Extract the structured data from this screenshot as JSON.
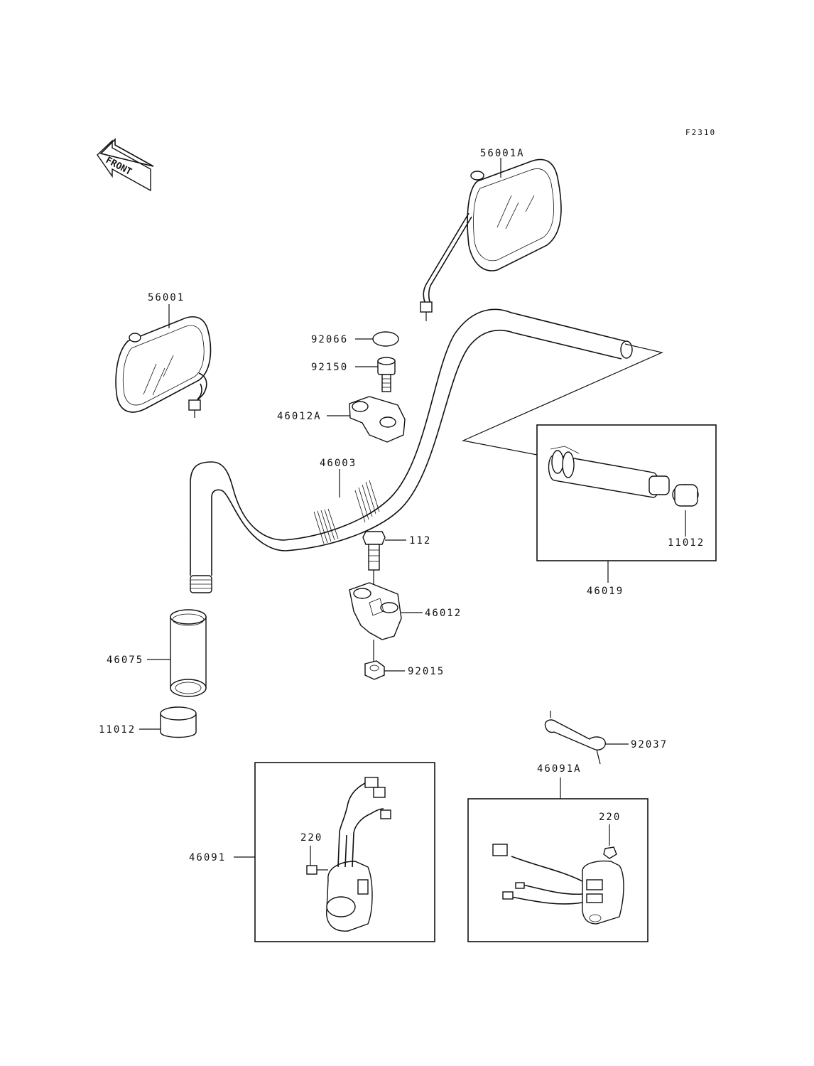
{
  "figure_code": "F2310",
  "front_arrow": {
    "label": "FRONT",
    "icon": "front-direction-arrow"
  },
  "parts": {
    "p56001A": "56001A",
    "p56001": "56001",
    "p92066": "92066",
    "p92150": "92150",
    "p46012A": "46012A",
    "p46003": "46003",
    "p112": "112",
    "p46012": "46012",
    "p92015": "92015",
    "p46075": "46075",
    "p11012_left": "11012",
    "p11012_right": "11012",
    "p46019": "46019",
    "p92037": "92037",
    "p46091A": "46091A",
    "p220_left": "220",
    "p220_right": "220",
    "p46091": "46091"
  }
}
